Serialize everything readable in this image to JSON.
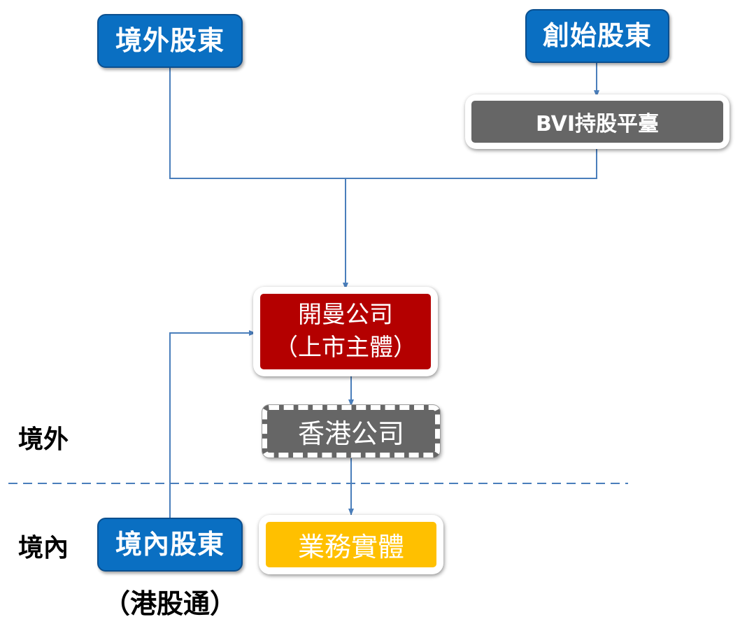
{
  "nodes": {
    "overseas_shareholders": "境外股東",
    "founding_shareholders": "創始股東",
    "bvi_platform": "BVI持股平臺",
    "cayman_company_line1": "開曼公司",
    "cayman_company_line2": "（上市主體）",
    "hk_company": "香港公司",
    "domestic_shareholders": "境內股東",
    "domestic_shareholders_note": "（港股通）",
    "operating_entity": "業務實體"
  },
  "regions": {
    "offshore": "境外",
    "onshore": "境內"
  },
  "colors": {
    "blue": "#0a6fc2",
    "dark_red": "#b40000",
    "dark_gray": "#666666",
    "gold": "#ffc000",
    "connector": "#4a7ebb"
  }
}
